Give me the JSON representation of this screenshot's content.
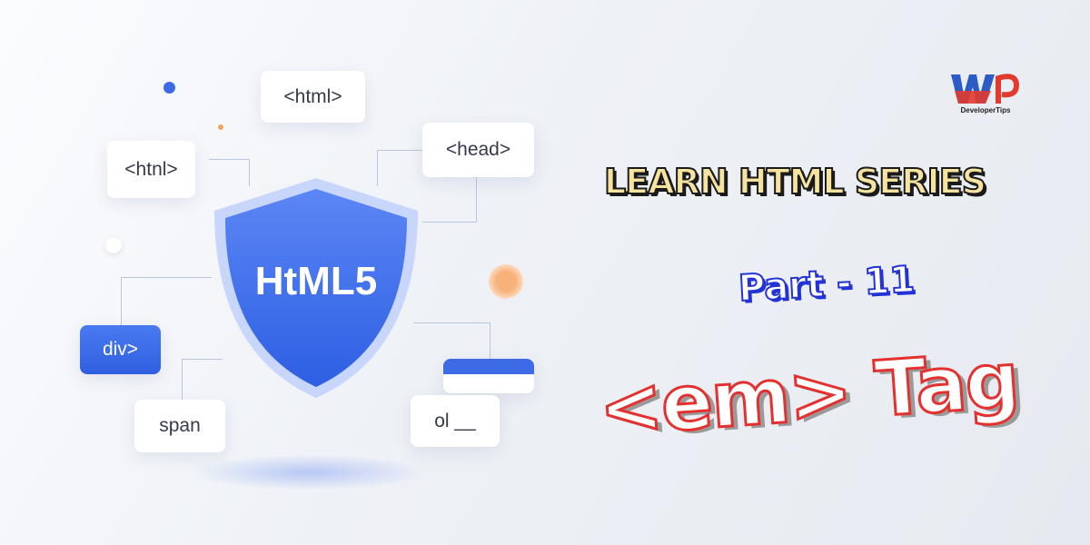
{
  "logo": {
    "mark": "WP",
    "subtitle": "DeveloperTips"
  },
  "shield": {
    "label": "HtML5"
  },
  "cards": {
    "html_top": "<html>",
    "html_left": "<htnl>",
    "head": "<head>",
    "div": "div>",
    "span": "span",
    "ol": "ol __"
  },
  "headline": {
    "series": "LEARN HTML SERIES",
    "part": "Part - 11",
    "topic": "<em> Tag"
  },
  "colors": {
    "accent_blue": "#3d6be6",
    "series_fill": "#f6e3a0",
    "part_stroke": "#2433d6",
    "topic_stroke": "#e4312f",
    "orange": "#f5a35c"
  }
}
